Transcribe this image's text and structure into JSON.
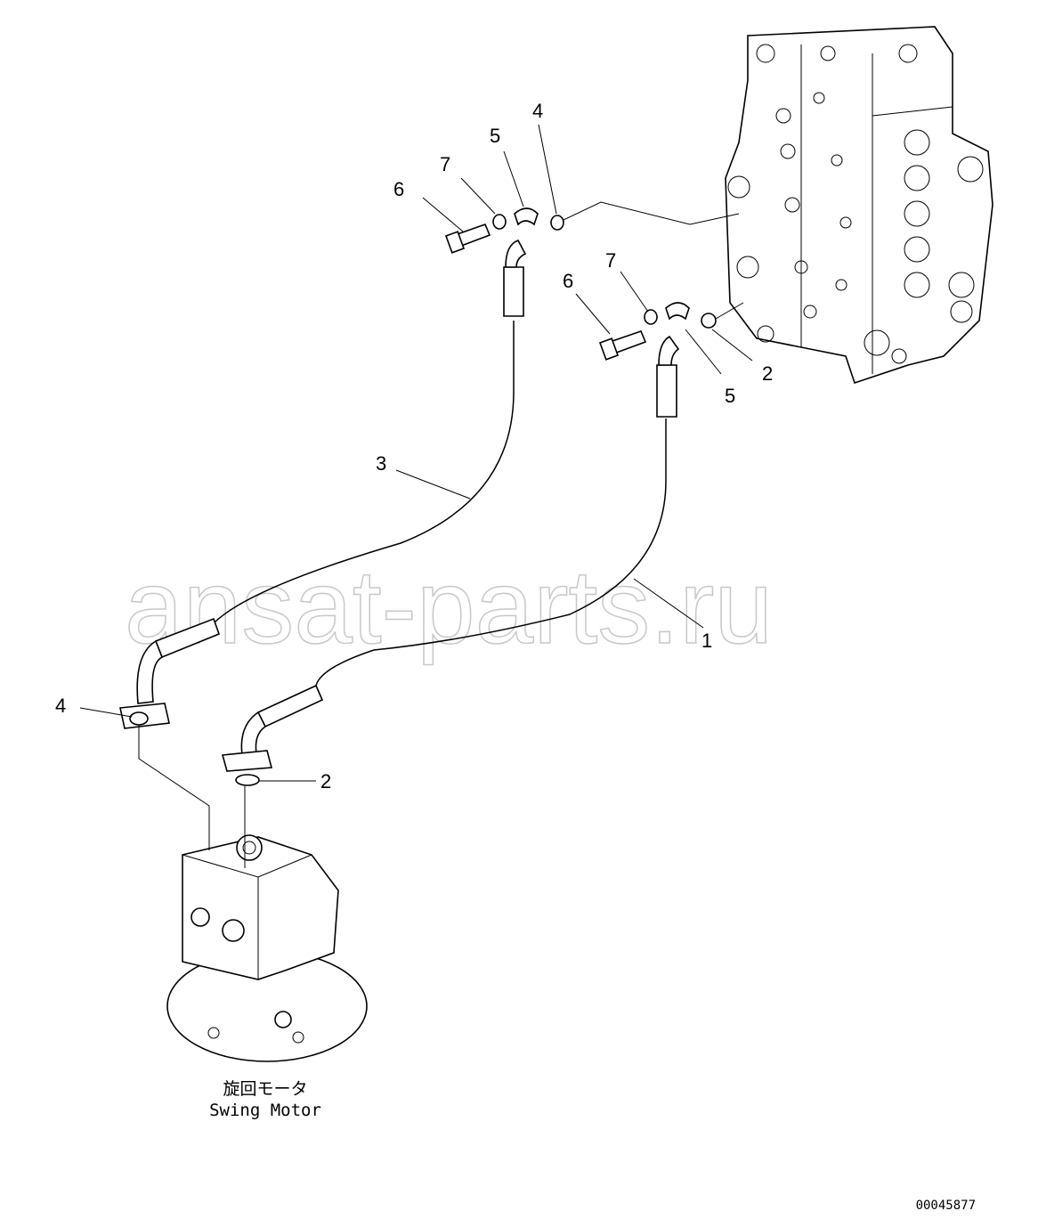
{
  "diagram": {
    "watermark": "ansat-parts.ru",
    "callouts": {
      "c1": "1",
      "c2a": "2",
      "c2b": "2",
      "c3": "3",
      "c4a": "4",
      "c4b": "4",
      "c5a": "5",
      "c5b": "5",
      "c6a": "6",
      "c6b": "6",
      "c7a": "7",
      "c7b": "7"
    },
    "motor_label_jp": "旋回モータ",
    "motor_label_en": "Swing Motor",
    "drawing_id": "00045877"
  }
}
